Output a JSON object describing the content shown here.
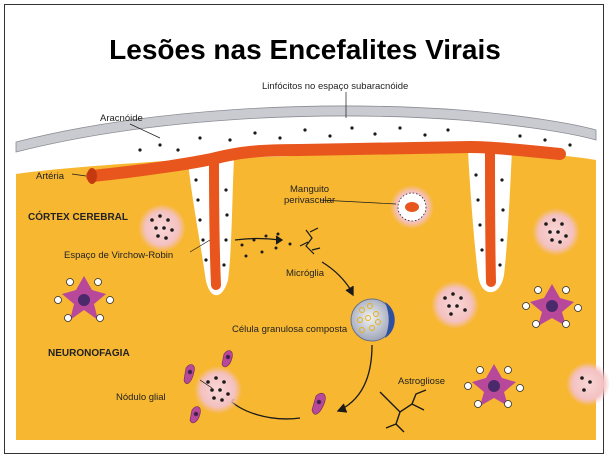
{
  "title": "Lesões nas Encefalites Virais",
  "labels": {
    "linfocitos": "Linfócitos no espaço subaracnóide",
    "aracnoide": "Aracnóide",
    "arteria": "Artéria",
    "manguito_l1": "Manguito",
    "manguito_l2": "perivascular",
    "cortex": "CÓRTEX CEREBRAL",
    "virchow": "Espaço de Virchow-Robin",
    "microglia": "Micróglia",
    "celula": "Célula granulosa composta",
    "neuronofagia": "NEURONOFAGIA",
    "nodulo": "Nódulo glial",
    "astrogliose": "Astrogliose"
  },
  "colors": {
    "cortex": "#f7b731",
    "artery": "#e8561e",
    "membrane": "#c9cbd0",
    "halo": "#f4c4c4",
    "neuron": "#b8489a",
    "cell_blue": "#2f4fa0"
  }
}
